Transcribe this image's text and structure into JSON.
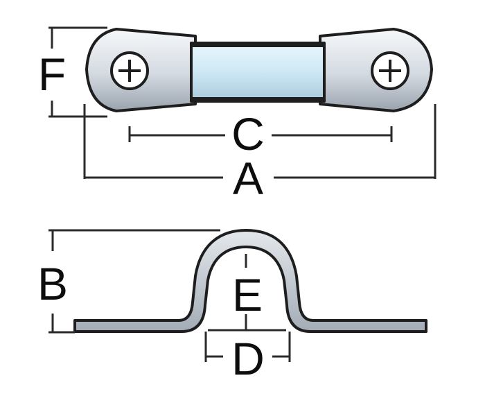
{
  "labels": {
    "a": "A",
    "b": "B",
    "c": "C",
    "d": "D",
    "e": "E",
    "f": "F"
  },
  "colors": {
    "metal_light": "#f2f5f8",
    "metal_mid": "#c9d0d8",
    "metal_dark": "#8e98a3",
    "strap_face": "#d6eef9",
    "outline": "#1e1e1e"
  }
}
